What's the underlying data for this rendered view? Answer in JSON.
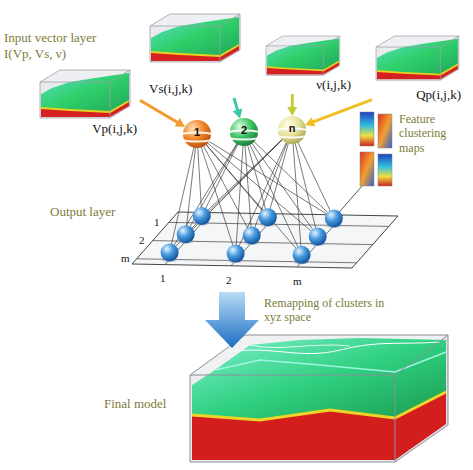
{
  "diagram": {
    "nodes": [
      {
        "text": [
          "Vp(i,j,k)"
        ]
      },
      {
        "text": [
          "Vs(i,j,k)"
        ]
      },
      {
        "text": [
          "ν(i,j,k)"
        ]
      },
      {
        "text": [
          "Qp(i,j,k)"
        ]
      },
      {
        "text": [
          "1"
        ]
      },
      {
        "text": [
          "2"
        ]
      },
      {
        "text": [
          "n"
        ]
      }
    ],
    "edges": [
      {
        "from": 0,
        "to": 4,
        "arrow": "to"
      },
      {
        "from": 1,
        "to": 5,
        "arrow": "to"
      },
      {
        "from": 2,
        "to": 6,
        "arrow": "to"
      },
      {
        "from": 3,
        "to": 6,
        "arrow": "to"
      }
    ],
    "labels": [
      "Input vector layer I(Vp, Vs, ν)",
      "Feature clustering maps",
      "Output layer",
      "1",
      "2",
      "m",
      "1",
      "2",
      "m",
      "Remapping of clusters in xyz space",
      "Final model"
    ]
  }
}
